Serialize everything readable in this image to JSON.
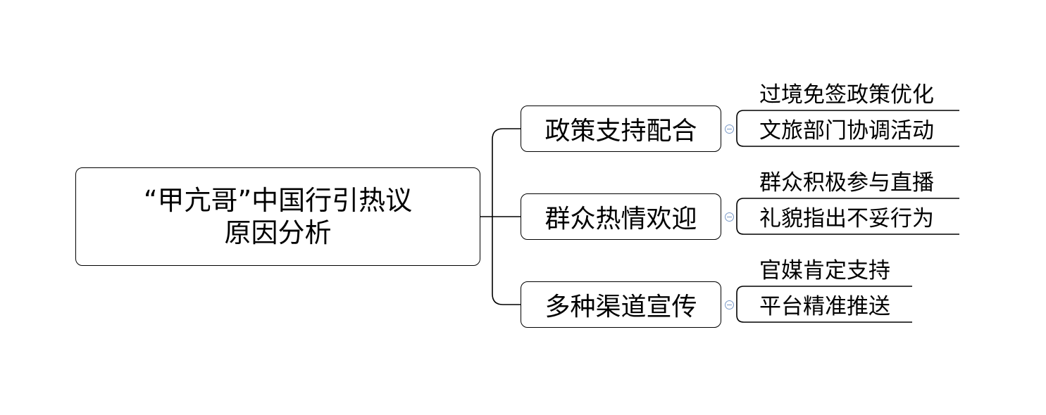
{
  "root": {
    "line1": "“甲亢哥”中国行引热议",
    "line2": "原因分析"
  },
  "branches": [
    {
      "label": "政策支持配合",
      "children": [
        "过境免签政策优化",
        "文旅部门协调活动"
      ]
    },
    {
      "label": "群众热情欢迎",
      "children": [
        "群众积极参与直播",
        "礼貌指出不妥行为"
      ]
    },
    {
      "label": "多种渠道宣传",
      "children": [
        "官媒肯定支持",
        "平台精准推送"
      ]
    }
  ]
}
